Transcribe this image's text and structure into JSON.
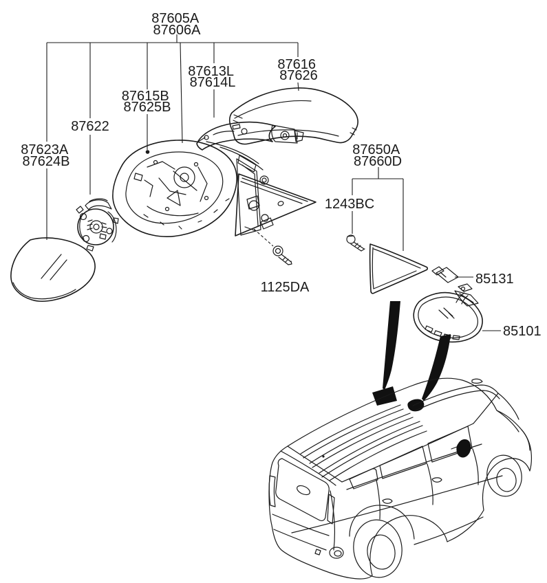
{
  "diagram_kind": "exploded-parts-diagram-side-mirror",
  "colors": {
    "background": "#ffffff",
    "line": "#1a1a1a",
    "arrow_fill": "#111111"
  },
  "labels": [
    {
      "id": "mirror-assembly",
      "lines": [
        "87605A",
        "87606A"
      ]
    },
    {
      "id": "outside-mirror-cover",
      "lines": [
        "87616",
        "87626"
      ]
    },
    {
      "id": "turn-signal-lamp",
      "lines": [
        "87613L",
        "87614L"
      ]
    },
    {
      "id": "mirror-housing",
      "lines": [
        "87615B",
        "87625B"
      ]
    },
    {
      "id": "mirror-actuator",
      "lines": [
        "87622"
      ]
    },
    {
      "id": "mirror-glass",
      "lines": [
        "87623A",
        "87624B"
      ]
    },
    {
      "id": "inside-mirror-garnish",
      "lines": [
        "87650A",
        "87660D"
      ]
    },
    {
      "id": "garnish-screw",
      "lines": [
        "1243BC"
      ]
    },
    {
      "id": "mirror-mount-screw",
      "lines": [
        "1125DA"
      ]
    },
    {
      "id": "mirror-sensor-cover",
      "lines": [
        "85131"
      ]
    },
    {
      "id": "inside-rear-view-mirror",
      "lines": [
        "85101"
      ]
    }
  ]
}
